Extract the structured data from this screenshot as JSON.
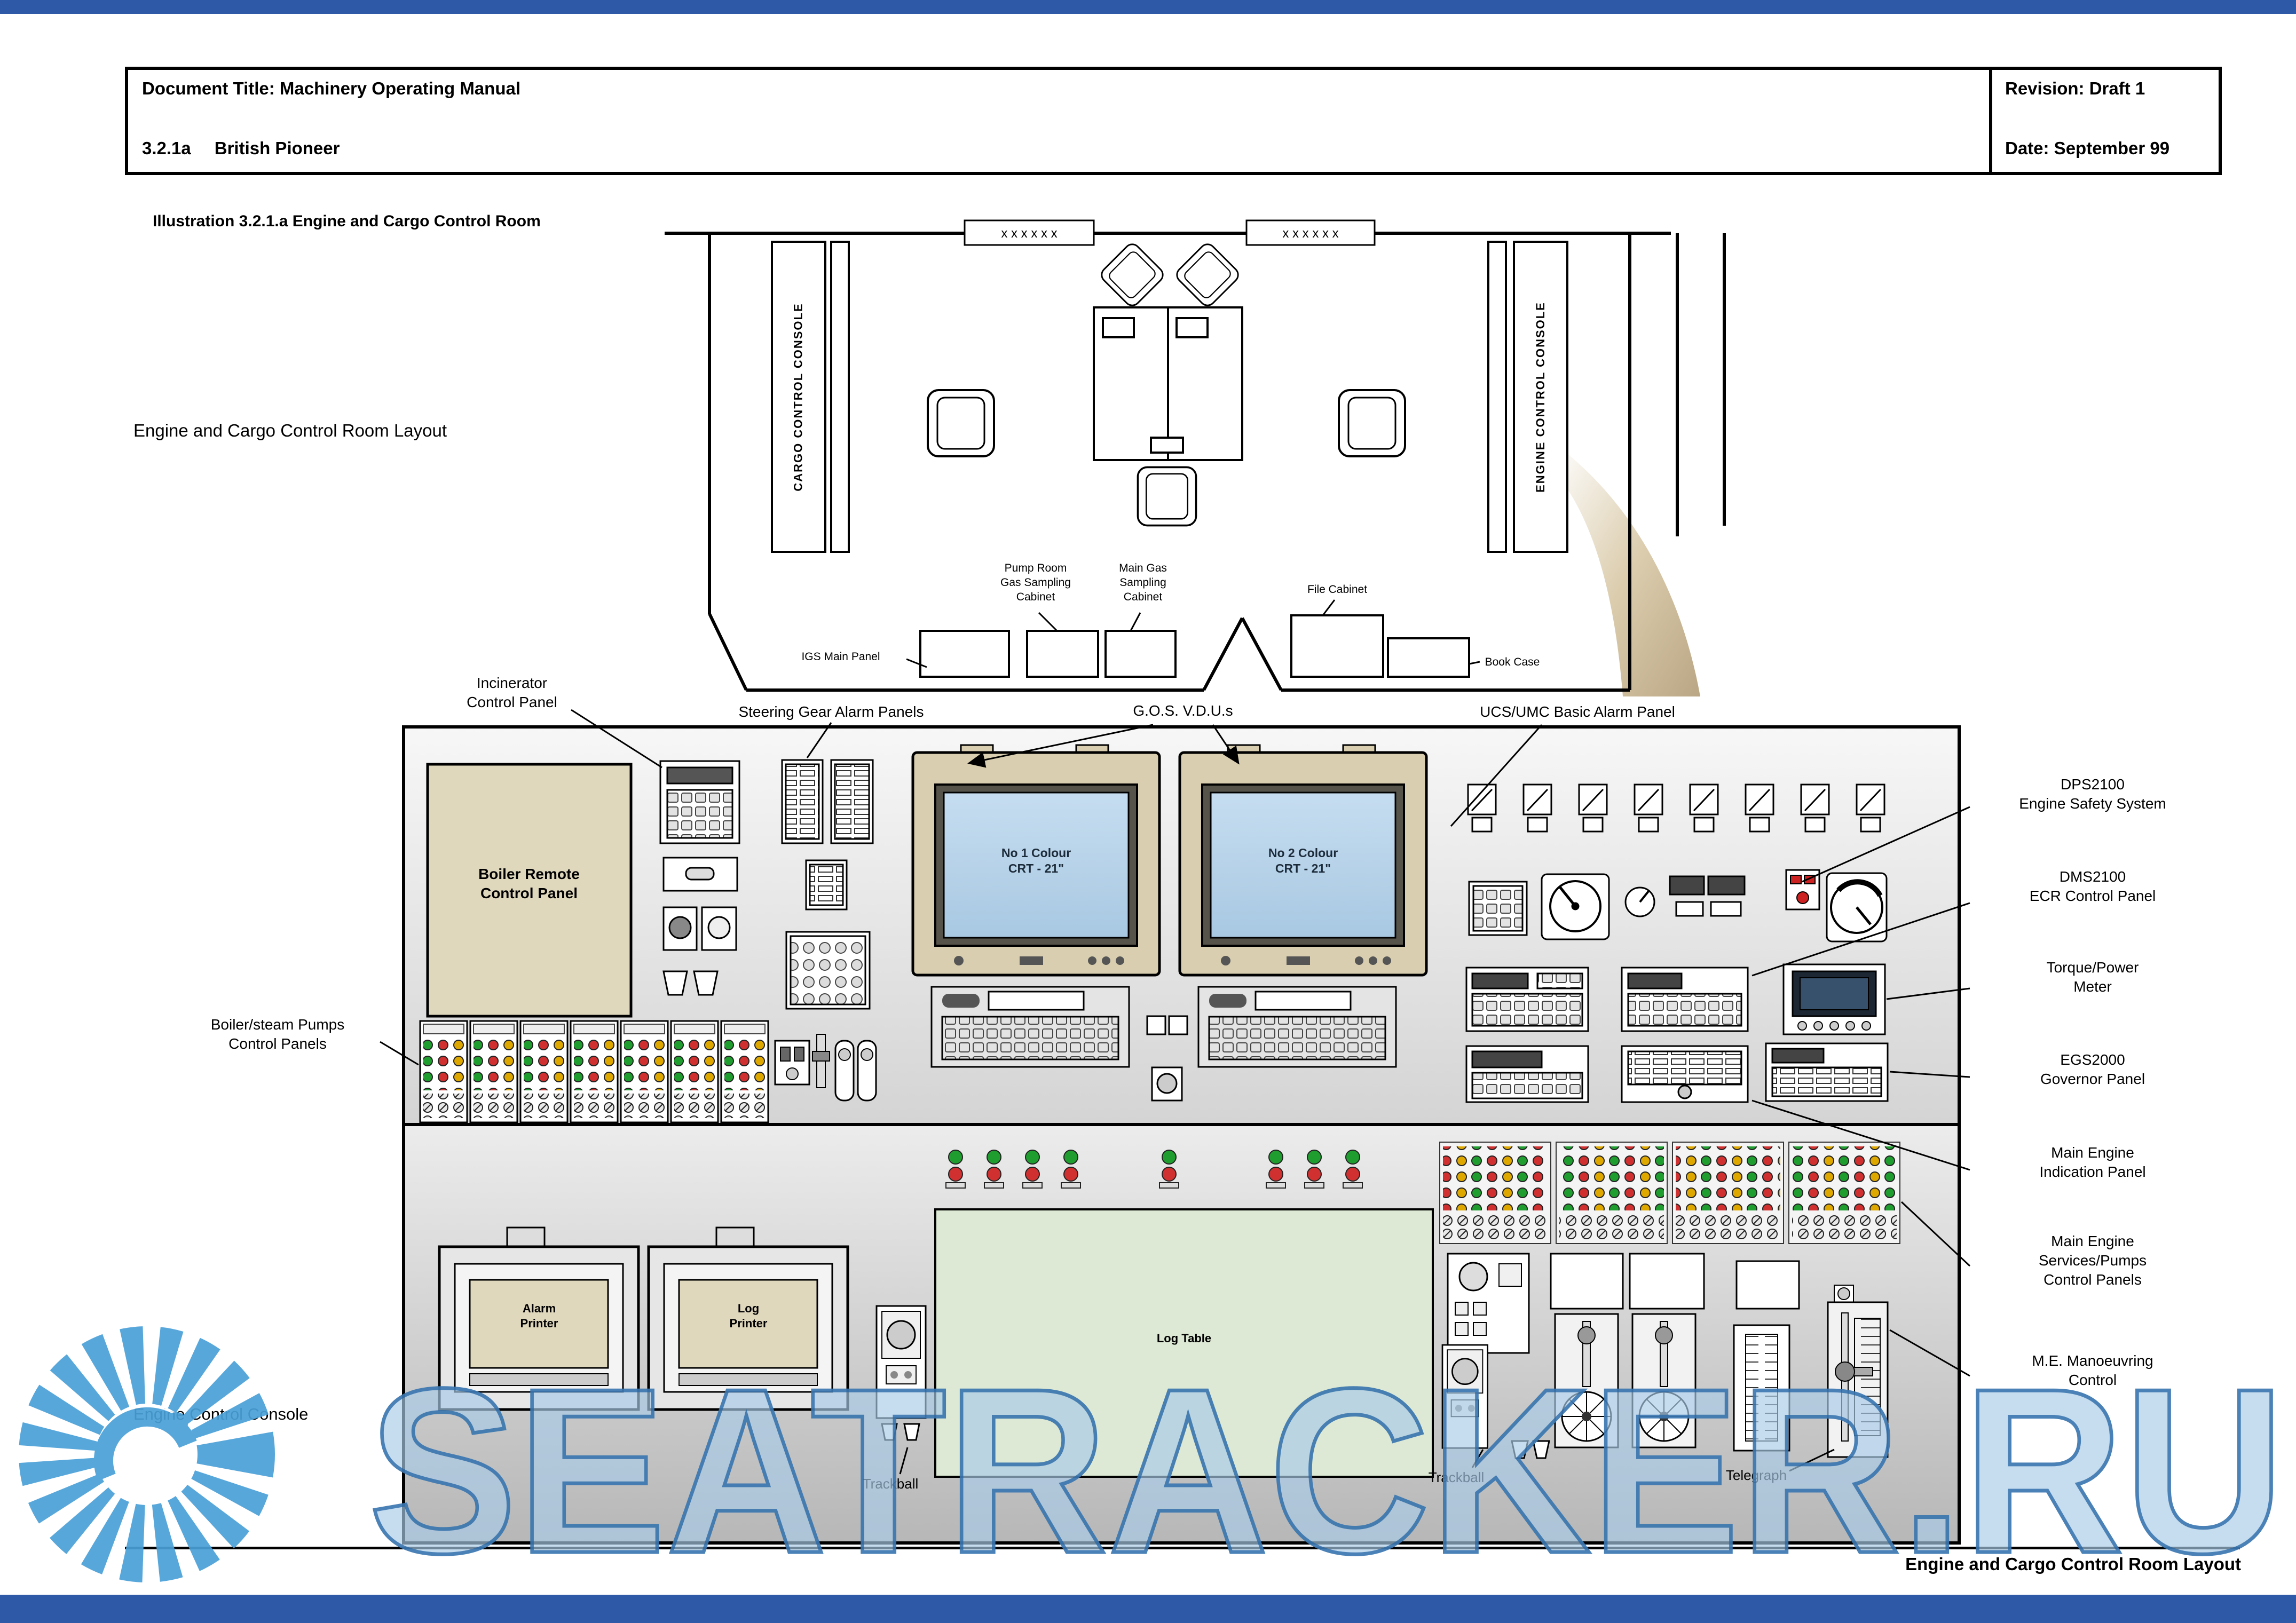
{
  "page": {
    "header": {
      "doc_title": "Document Title: Machinery Operating Manual",
      "section_no": "3.2.1a",
      "ship_name": "British Pioneer",
      "revision": "Revision: Draft 1",
      "date": "Date: September 99"
    },
    "illustration_caption": "Illustration 3.2.1.a  Engine and Cargo Control Room",
    "side_title": "Engine and Cargo Control Room Layout",
    "footer_title": "Engine and Cargo Control Room Layout",
    "watermark": "SEATRACKER.RU"
  },
  "room": {
    "window_marks": "x  x  x  x  x  x",
    "cargo_console": "CARGO CONTROL CONSOLE",
    "engine_console": "ENGINE CONTROL CONSOLE",
    "pump_room_cabinet": "Pump Room\nGas Sampling\nCabinet",
    "main_gas_cabinet": "Main Gas\nSampling\nCabinet",
    "file_cabinet": "File Cabinet",
    "igs_main_panel": "IGS Main Panel",
    "book_case": "Book Case"
  },
  "panel": {
    "incinerator": "Incinerator\nControl Panel",
    "steering": "Steering Gear Alarm Panels",
    "gos_vdus": "G.O.S. V.D.U.s",
    "ucs_umc": "UCS/UMC Basic Alarm Panel",
    "boiler_remote": "Boiler Remote\nControl Panel",
    "crt1": "No 1 Colour\nCRT - 21\"",
    "crt2": "No 2 Colour\nCRT - 21\"",
    "boiler_steam_pumps": "Boiler/steam Pumps\nControl Panels",
    "engine_control_console": "Engine Control Console",
    "dps2100": "DPS2100\nEngine Safety System",
    "dms2100": "DMS2100\nECR Control Panel",
    "torque_power": "Torque/Power\nMeter",
    "egs2000": "EGS2000\nGovernor Panel",
    "me_indication": "Main Engine\nIndication Panel",
    "me_services": "Main Engine\nServices/Pumps\nControl Panels",
    "me_manoeuvring": "M.E. Manoeuvring\nControl",
    "alarm_printer": "Alarm\nPrinter",
    "log_printer": "Log\nPrinter",
    "log_table": "Log Table",
    "trackball_left": "Trackball",
    "trackball_right": "Trackball",
    "telegraph": "Telegraph"
  },
  "colors": {
    "bar_blue": "#2d59a7",
    "watermark_blue": "#3b77b0",
    "watermark_fill": "#a9cbe7",
    "sun_blue": "#4aa0d8",
    "beige": "#e0d8bd",
    "screen_blue": "#bad4e8",
    "table_green": "#dde9d4",
    "lamp_green": "#1f9d2f",
    "lamp_red": "#d03030",
    "lamp_amber": "#dfa800"
  }
}
